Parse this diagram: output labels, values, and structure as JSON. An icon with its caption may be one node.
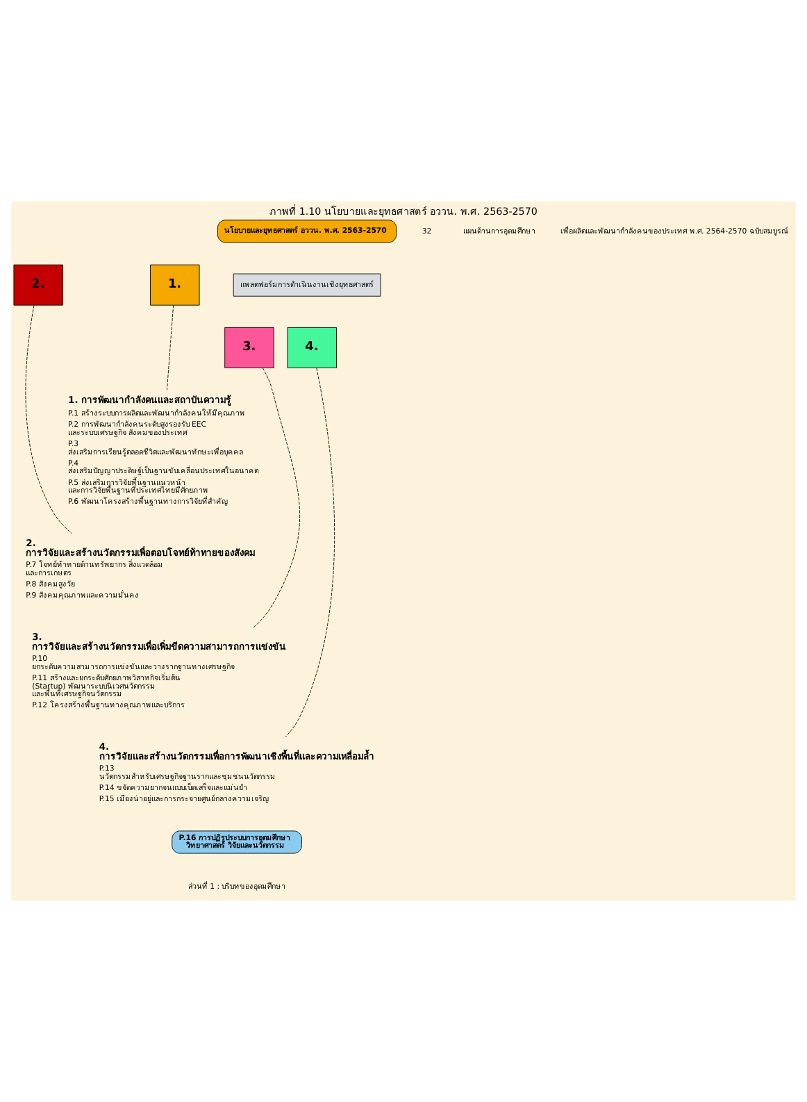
{
  "diagram": {
    "title": "ภาพที่ 1.10 นโยบายและยุทธศาสตร์ อววน. พ.ศ. 2563-2570",
    "nodes": [
      {
        "text": [
          "นโยบายและยุทธศาสตร์ อววน. พ.ศ. 2563-2570"
        ]
      },
      {
        "text": [
          "1."
        ]
      },
      {
        "text": [
          "2."
        ]
      },
      {
        "text": [
          "3."
        ]
      },
      {
        "text": [
          "4."
        ]
      },
      {
        "text": [
          "แพลตฟอร์มการดำเนินงานเชิงยุทธศาสตร์"
        ]
      },
      {
        "text": [
          "1. การพัฒนากำลังคนและสถาบันความรู้",
          "P.1 สร้างระบบการผลิตและพัฒนากำลังคนให้มีคุณภาพ",
          "P.2 การพัฒนากำลังคนระดับสูงรองรับ EEC และระบบเศรษฐกิจ สังคมของประเทศ",
          "P.3 ส่งเสริมการเรียนรู้ตลอดชีวิตและพัฒนาทักษะเพื่อบุคคล",
          "P.4 ส่งเสริมปัญญาประดิษฐ์เป็นฐานขับเคลื่อนประเทศในอนาคต",
          "P.5 ส่งเสริมการวิจัยพื้นฐานแนวหน้า และการวิจัยพื้นฐานที่ประเทศไทยมีศักยภาพ",
          "P.6 พัฒนาโครงสร้างพื้นฐานทางการวิจัยที่สำคัญ"
        ]
      },
      {
        "text": [
          "2. การวิจัยและสร้างนวัตกรรมเพื่อตอบโจทย์ท้าทายของสังคม",
          "P.7 โจทย์ท้าทายด้านทรัพยากร สิ่งแวดล้อม และการเกษตร",
          "P.8 สังคมสูงวัย",
          "P.9 สังคมคุณภาพและความมั่นคง"
        ]
      },
      {
        "text": [
          "3. การวิจัยและสร้างนวัตกรรมเพื่อเพิ่มขีดความสามารถการแข่งขัน",
          "P.10 ยกระดับความสามารถการแข่งขันและวางรากฐานทางเศรษฐกิจ",
          "P.11 สร้างและยกระดับศักยภาพวิสาหกิจเริ่มต้น (Startup) พัฒนาระบบนิเวศนวัตกรรม และพื้นที่เศรษฐกิจนวัตกรรม",
          "P.12 โครงสร้างพื้นฐานทางคุณภาพและบริการ"
        ]
      },
      {
        "text": [
          "4. การวิจัยและสร้างนวัตกรรมเพื่อการพัฒนาเชิงพื้นที่และความเหลื่อมล้ำ",
          "P.13 นวัตกรรมสำหรับเศรษฐกิจฐานรากและชุมชนนวัตกรรม",
          "P.14 ขจัดความยากจนแบบเบ็ดเสร็จและแม่นยำ",
          "P.15 เมืองน่าอยู่และการกระจายศูนย์กลางความเจริญ"
        ]
      },
      {
        "text": [
          "P.16 การปฏิรูประบบการอุดมศึกษา วิทยาศาสตร์ วิจัยและนวัตกรรม"
        ]
      }
    ],
    "edges": [
      {
        "from": 1,
        "to": 6,
        "arrow": "none",
        "style": "dashed"
      },
      {
        "from": 2,
        "to": 7,
        "arrow": "none",
        "style": "dashed"
      },
      {
        "from": 3,
        "to": 8,
        "arrow": "none",
        "style": "dashed"
      },
      {
        "from": 4,
        "to": 9,
        "arrow": "none",
        "style": "dashed"
      }
    ],
    "labels": [
      "32",
      "แผนด้านการอุดมศึกษา",
      "เพื่อผลิตและพัฒนากำลังคนของประเทศ พ.ศ. 2564-2570 ฉบับสมบูรณ์",
      "ส่วนที่ 1 : บริบทของอุดมศึกษา"
    ]
  }
}
